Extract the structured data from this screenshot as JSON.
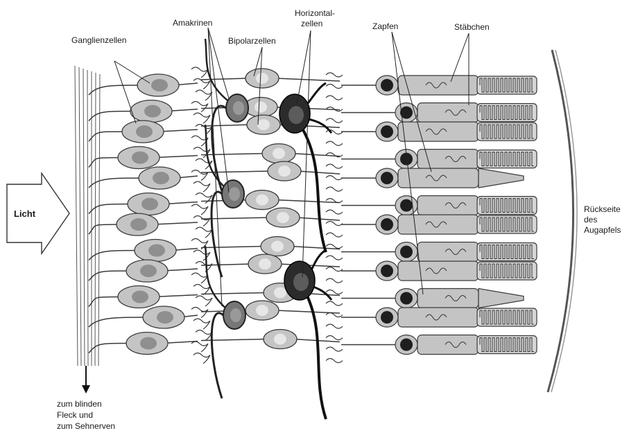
{
  "labels": {
    "ganglion": "Ganglienzellen",
    "amacrine": "Amakrinen",
    "bipolar": "Bipolarzellen",
    "horizontal_1": "Horizontal-",
    "horizontal_2": "zellen",
    "cones": "Zapfen",
    "rods": "Stäbchen",
    "light": "Licht",
    "back_1": "Rückseite",
    "back_2": "des",
    "back_3": "Augapfels",
    "blind_1": "zum blinden",
    "blind_2": "Fleck und",
    "blind_3": "zum Sehnerven"
  },
  "colors": {
    "cell_fill": "#c4c4c4",
    "cell_stroke": "#3a3a3a",
    "nucleus": "#8f8f8f",
    "dark_cell": "#2b2b2b",
    "dark_nucleus": "#5c5c5c",
    "bipolar_nucleus": "#e6e6e6",
    "cone_nucleus": "#1e1e1e"
  },
  "rows": 12
}
